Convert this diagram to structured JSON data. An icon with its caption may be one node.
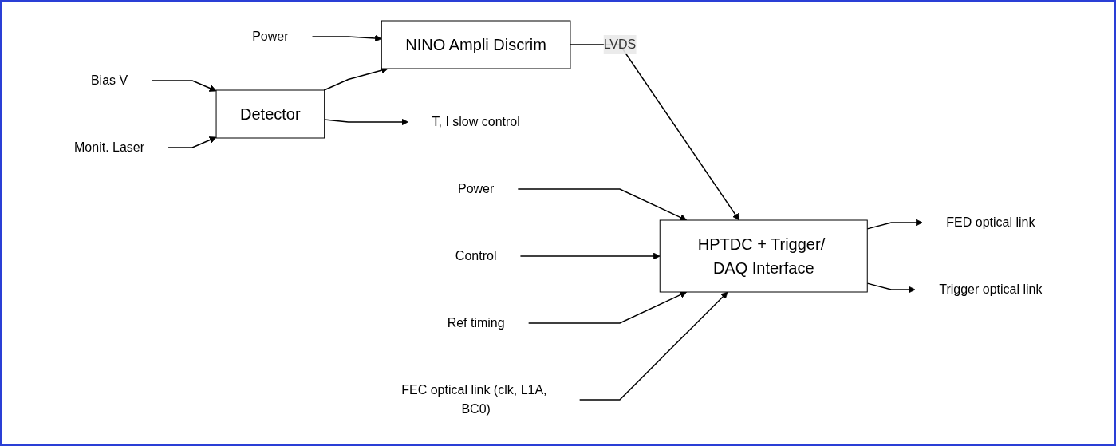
{
  "diagram": {
    "nodes": [
      {
        "text": [
          "Detector"
        ]
      },
      {
        "text": [
          "NINO Ampli Discrim"
        ]
      },
      {
        "text": [
          "HPTDC + Trigger/ DAQ Interface"
        ]
      },
      {
        "text": [
          "Bias V"
        ]
      },
      {
        "text": [
          "Monit. Laser"
        ]
      },
      {
        "text": [
          "T, I slow control"
        ]
      },
      {
        "text": [
          "Power"
        ]
      },
      {
        "text": [
          "Power"
        ]
      },
      {
        "text": [
          "FED optical link"
        ]
      },
      {
        "text": [
          "Trigger optical link"
        ]
      },
      {
        "text": [
          "Control"
        ]
      },
      {
        "text": [
          "Ref timing"
        ]
      },
      {
        "text": [
          "FEC optical link (clk, L1A, BC0)"
        ]
      }
    ],
    "edges": [
      {
        "from": 3,
        "to": 0,
        "arrow": "to"
      },
      {
        "from": 4,
        "to": 0,
        "arrow": "to"
      },
      {
        "from": 0,
        "to": 5,
        "arrow": "to"
      },
      {
        "from": 6,
        "to": 1,
        "arrow": "to"
      },
      {
        "from": 0,
        "to": 1,
        "arrow": "to"
      },
      {
        "from": 1,
        "to": 2,
        "arrow": "to",
        "label": "LVDS"
      },
      {
        "from": 7,
        "to": 2,
        "arrow": "to"
      },
      {
        "from": 2,
        "to": 8,
        "arrow": "to"
      },
      {
        "from": 2,
        "to": 9,
        "arrow": "to"
      },
      {
        "from": 10,
        "to": 2,
        "arrow": "to"
      },
      {
        "from": 11,
        "to": 2,
        "arrow": "to"
      },
      {
        "from": 12,
        "to": 2,
        "arrow": "to"
      }
    ]
  }
}
